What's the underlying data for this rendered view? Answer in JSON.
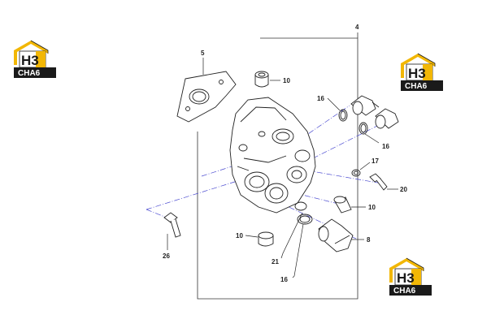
{
  "diagram": {
    "callouts": {
      "c4": "4",
      "c5": "5",
      "c10a": "10",
      "c10b": "10",
      "c10c": "10",
      "c16a": "16",
      "c16b": "16",
      "c16c": "16",
      "c17": "17",
      "c20": "20",
      "c21": "21",
      "c8": "8",
      "c26": "26"
    }
  },
  "watermark": {
    "mark": "H3",
    "text": "CHA6",
    "colors": {
      "gold": "#f2b705",
      "dark": "#1a1a1a",
      "white": "#ffffff"
    }
  }
}
